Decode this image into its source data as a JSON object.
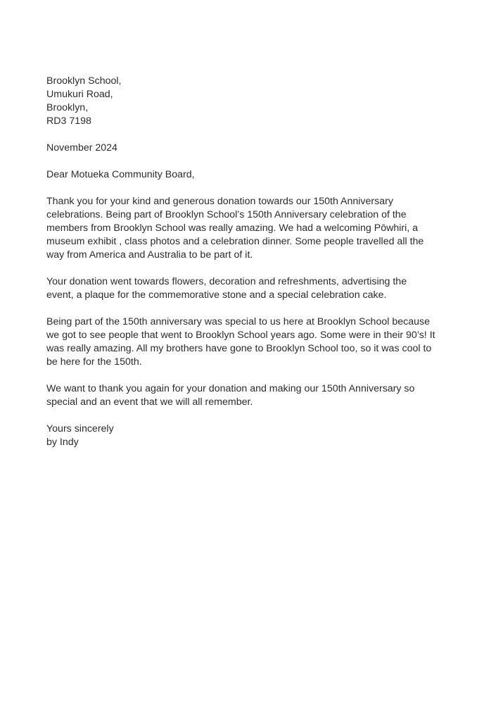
{
  "letter": {
    "address": [
      "Brooklyn School,",
      "Umukuri Road,",
      "Brooklyn,",
      "RD3 7198"
    ],
    "date": "November 2024",
    "salutation": "Dear Motueka Community Board,",
    "paragraphs": [
      [
        "Thank you for your kind and generous donation towards our 150th Anniversary",
        "celebrations. Being part of Brooklyn School’s 150th Anniversary celebration of the",
        "members from Brooklyn School was really amazing. We had a welcoming Pōwhiri, a",
        "museum exhibit , class photos and a celebration dinner. Some people travelled all the",
        "way from America and Australia to be part of it."
      ],
      [
        "Your donation went towards flowers, decoration and refreshments, advertising the",
        "event, a plaque for the commemorative stone and a special celebration cake."
      ],
      [
        "Being part of the 150th anniversary was special to us here at Brooklyn School because",
        "we got to see people that went to Brooklyn School years ago. Some were in their 90’s! It",
        "was really amazing. All my brothers  have gone to Brooklyn School too, so it was cool to",
        "be here for the 150th."
      ],
      [
        "We want to thank you again for your donation and making our 150th Anniversary so",
        "special and an event that we will all remember."
      ]
    ],
    "closing": "Yours sincerely",
    "signature": "by Indy"
  }
}
